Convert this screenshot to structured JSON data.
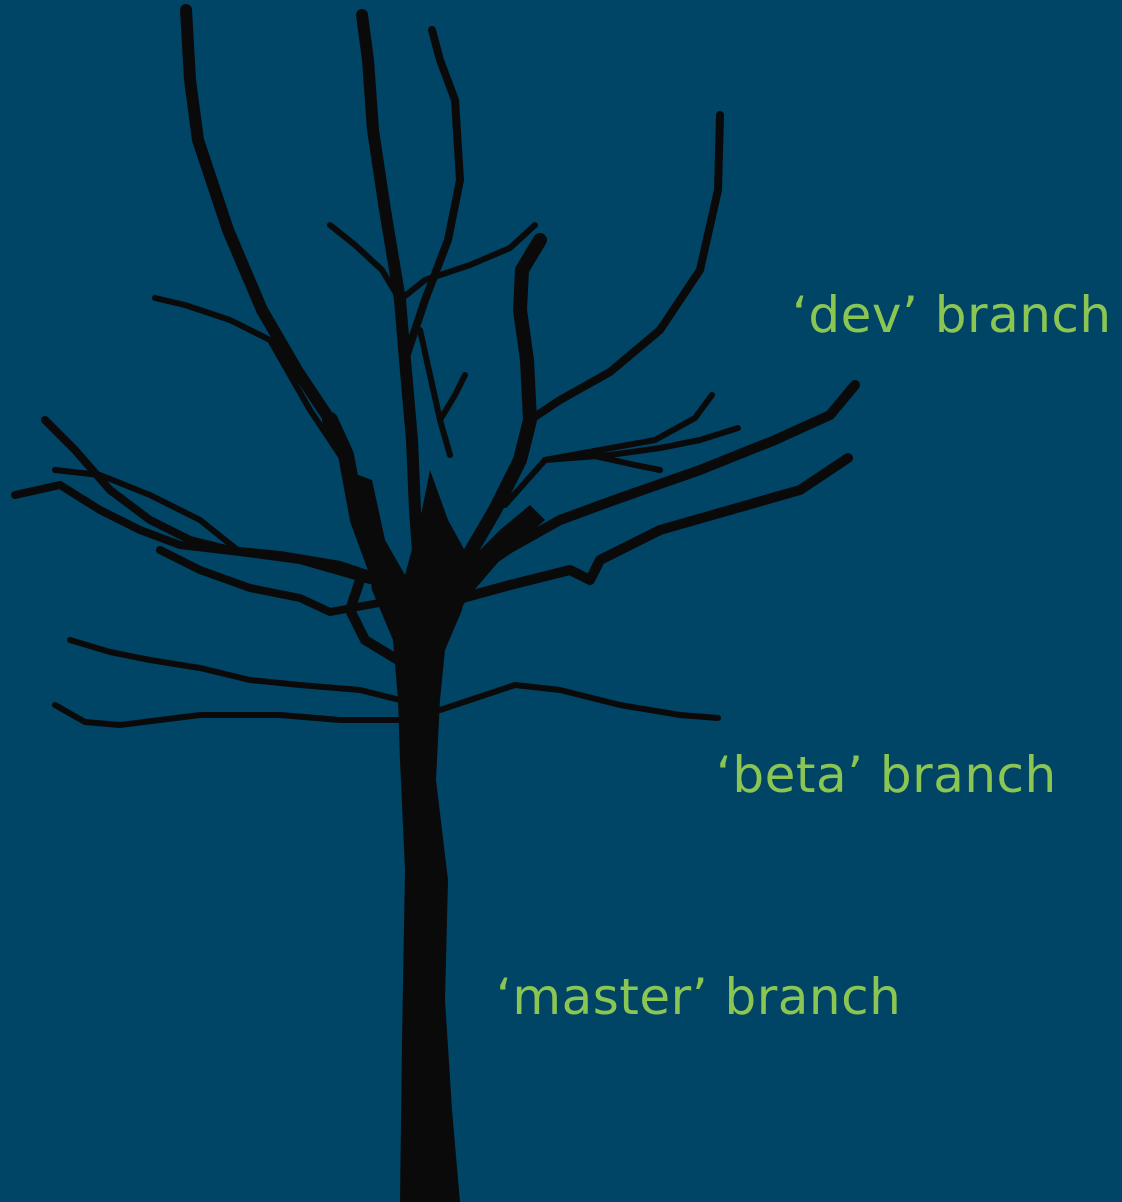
{
  "colors": {
    "background": "#004466",
    "tree": "#0a0a0a",
    "label": "#8cc652"
  },
  "labels": {
    "dev": "‘dev’ branch",
    "beta": "‘beta’ branch",
    "master": "‘master’ branch"
  }
}
